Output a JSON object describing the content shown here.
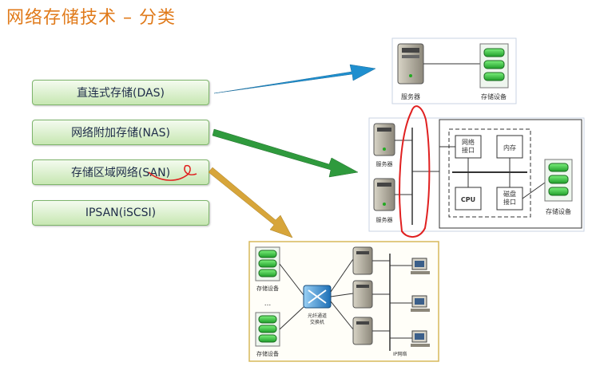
{
  "title": "网络存储技术 – 分类",
  "categories": [
    {
      "label": "直连式存储(DAS)"
    },
    {
      "label": "网络附加存储(NAS)"
    },
    {
      "label": "存储区域网络(SAN)"
    },
    {
      "label": "IPSAN(iSCSI)"
    }
  ],
  "das": {
    "server_label": "服务器",
    "storage_label": "存储设备"
  },
  "nas": {
    "server1_label": "服务器",
    "server2_label": "服务器",
    "net_if_label": "网络\n接口",
    "memory_label": "内存",
    "cpu_label": "CPU",
    "disk_if_label": "磁盘\n接口",
    "storage_label": "存储设备"
  },
  "san": {
    "storage1_label": "存储设备",
    "storage2_label": "存储设备",
    "ellipsis": "...",
    "switch_label": "光纤通道\n交换机",
    "ip_label": "IP网络"
  },
  "colors": {
    "das_arrow": "#1f8fcf",
    "nas_arrow": "#2f9a3d",
    "san_arrow": "#d7a53a",
    "annotation": "#e02020"
  }
}
